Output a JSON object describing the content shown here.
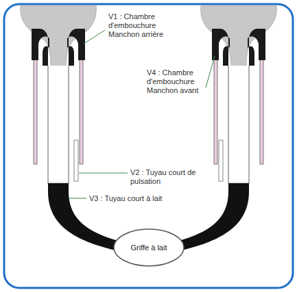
{
  "diagram": {
    "nodes": [
      {
        "text": [
          "Griffe à lait"
        ]
      }
    ],
    "labels": [
      "V1 : Chambre d'embouchure Manchon arrière",
      "V4 : Chambre d'embouchure Manchon avant",
      "V2 : Tuyau court de pulsation",
      "V3 : Tuyau court à lait"
    ]
  }
}
